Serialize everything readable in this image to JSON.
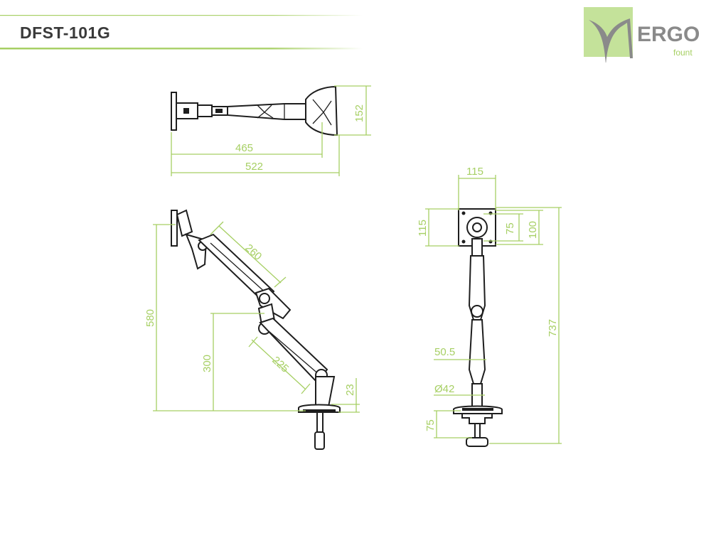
{
  "header": {
    "model": "DFST-101G",
    "accent_color": "#a6cf63",
    "rule_color": "#a6cf63"
  },
  "logo": {
    "brand": "ERGO",
    "sub": "fount",
    "brand_color": "#8a8a8a",
    "sub_color": "#a6cf63",
    "icon": "ergo-swoosh-icon"
  },
  "dimensions": {
    "top_view": {
      "arm_length": "465",
      "total_length": "522",
      "height": "152"
    },
    "side_view": {
      "upper_arm": "260",
      "lower_arm": "225",
      "total_height": "580",
      "pivot_height": "300",
      "base_height": "23"
    },
    "front_view": {
      "vesa_width": "115",
      "vesa_height": "115",
      "vesa_75": "75",
      "vesa_100": "100",
      "total_height": "737",
      "pole_width": "50.5",
      "pole_diameter": "Ø42",
      "clamp_depth": "75"
    }
  }
}
